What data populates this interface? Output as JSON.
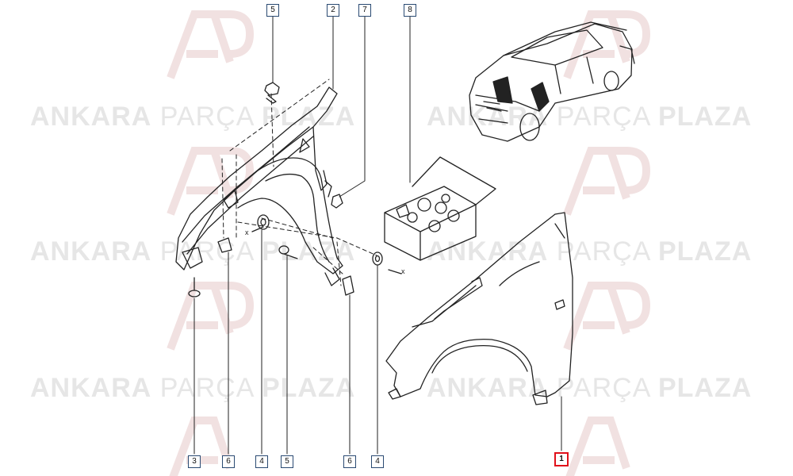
{
  "watermark": {
    "brand_bold_1": "ANKARA",
    "brand_thin": "PARÇA",
    "brand_bold_2": "PLAZA",
    "logo_icon": "ap-logo-icon"
  },
  "callouts": {
    "top": [
      "5",
      "2",
      "7",
      "8"
    ],
    "bottom": [
      "3",
      "6",
      "4",
      "5",
      "6",
      "4",
      "1"
    ],
    "highlighted": "1"
  },
  "markers": {
    "cross": "x"
  },
  "colors": {
    "line": "#222222",
    "callout_border": "#2a4a72",
    "highlight": "#e0101a",
    "watermark": "#e6e6e6"
  },
  "icons": [
    "car-icon",
    "fender-icon",
    "clip-kit-box-icon",
    "screw-icon",
    "clip-icon",
    "nut-icon"
  ]
}
